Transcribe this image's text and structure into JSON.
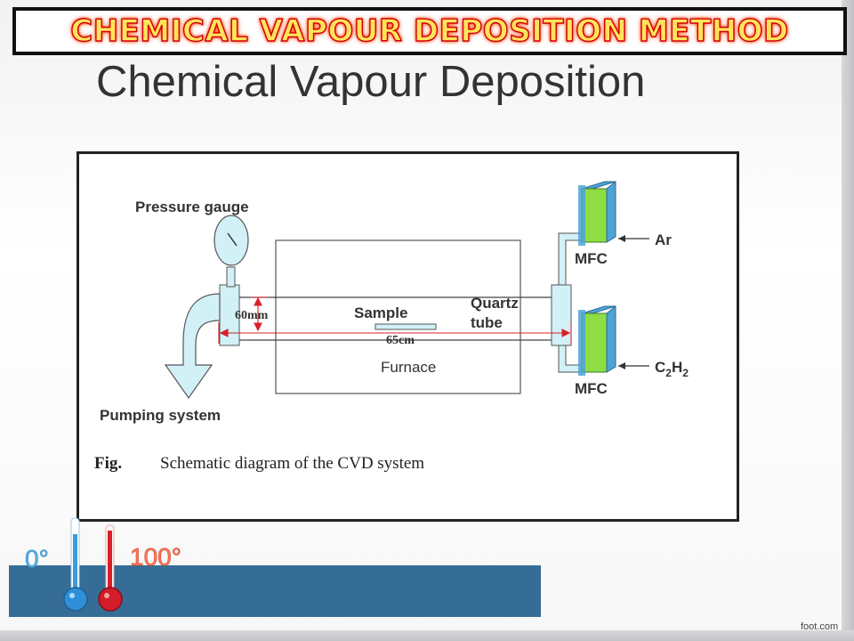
{
  "banner": {
    "text": "CHEMICAL VAPOUR DEPOSITION METHOD"
  },
  "slide": {
    "title": "Chemical Vapour Deposition"
  },
  "diagram": {
    "pressure_gauge": "Pressure gauge",
    "pumping_system": "Pumping system",
    "dim_diameter": "60mm",
    "sample": "Sample",
    "dim_length": "65cm",
    "furnace": "Furnace",
    "quartz_line1": "Quartz",
    "quartz_line2": "tube",
    "mfc_top": "MFC",
    "mfc_bottom": "MFC",
    "gas_ar": "Ar",
    "gas_c": "C",
    "gas_h": "H",
    "gas_sub": "2",
    "caption_label": "Fig.",
    "caption_text": "Schematic diagram of the CVD system"
  },
  "footer": {
    "cold_label": "0°",
    "hot_label": "100°",
    "watermark": "foot.com"
  },
  "colors": {
    "banner_text": "#ffe45a",
    "banner_glow": "#d0000a",
    "pipe_fill": "#d2f1f7",
    "mfc_green": "#8fdc45",
    "mfc_blue": "#4fa3d6",
    "dimension_red": "#d8202a",
    "bar_blue": "#366d97"
  }
}
